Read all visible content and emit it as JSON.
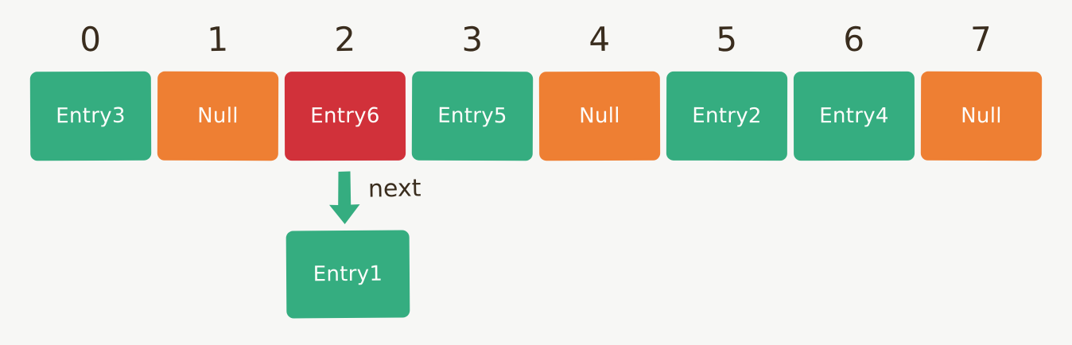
{
  "diagram": {
    "title": "hash-table-bucket-array-with-chaining",
    "background_color": "#f7f7f5",
    "colors": {
      "green": "#35ad80",
      "orange": "#ee7f33",
      "red": "#d1313a",
      "text_dark": "#3a2d1e",
      "text_light": "#fdfdfb"
    }
  },
  "indices": [
    {
      "label": "0"
    },
    {
      "label": "1"
    },
    {
      "label": "2"
    },
    {
      "label": "3"
    },
    {
      "label": "4"
    },
    {
      "label": "5"
    },
    {
      "label": "6"
    },
    {
      "label": "7"
    }
  ],
  "buckets": [
    {
      "index": "0",
      "label": "Entry3",
      "color": "green",
      "state": "occupied"
    },
    {
      "index": "1",
      "label": "Null",
      "color": "orange",
      "state": "empty"
    },
    {
      "index": "2",
      "label": "Entry6",
      "color": "red",
      "state": "collision"
    },
    {
      "index": "3",
      "label": "Entry5",
      "color": "green",
      "state": "occupied"
    },
    {
      "index": "4",
      "label": "Null",
      "color": "orange",
      "state": "empty"
    },
    {
      "index": "5",
      "label": "Entry2",
      "color": "green",
      "state": "occupied"
    },
    {
      "index": "6",
      "label": "Entry4",
      "color": "green",
      "state": "occupied"
    },
    {
      "index": "7",
      "label": "Null",
      "color": "orange",
      "state": "empty"
    }
  ],
  "chain": {
    "from_bucket_index": "2",
    "arrow_label": "next",
    "arrow_icon": "arrow-down-icon",
    "arrow_color": "#35ad80",
    "node": {
      "label": "Entry1",
      "color": "green"
    }
  }
}
